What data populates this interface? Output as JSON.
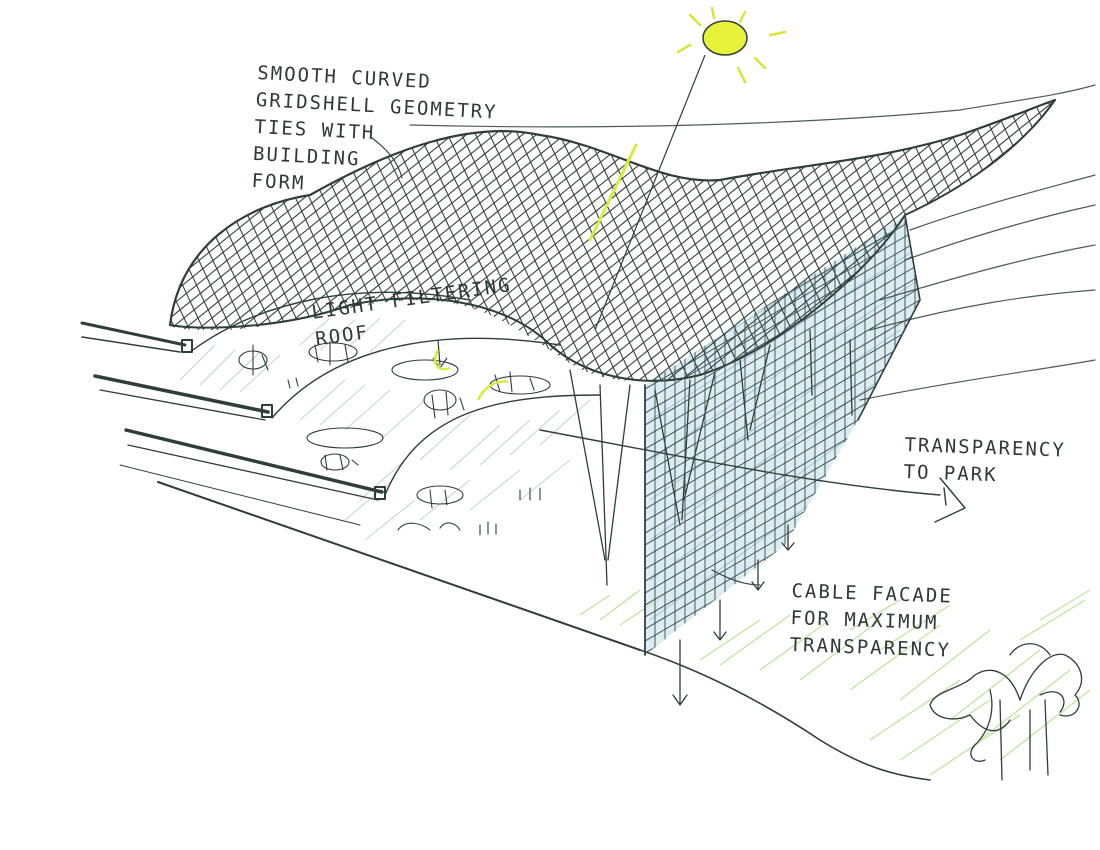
{
  "annotations": {
    "gridshell": "Smooth curved\nGridshell geometry\nties with\nbuilding\nform",
    "light": "Light filtering\nroof",
    "transparency": "Transparency\nto park",
    "cable": "Cable facade\nfor maximum\ntransparency"
  },
  "colors": {
    "ink": "#2f3e3a",
    "sun": "#e9f23a",
    "glass": "#bcdde8",
    "grass": "#a8dc7a",
    "shade": "#9fb8a6"
  },
  "icons": [
    "sun-icon",
    "arrow-icon",
    "tree-icon"
  ]
}
